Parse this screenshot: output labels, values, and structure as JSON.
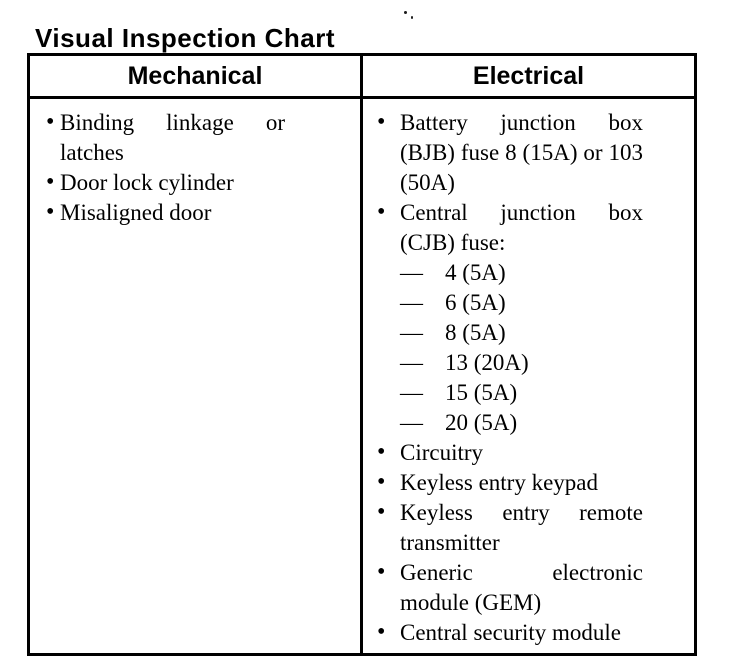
{
  "title": "Visual Inspection Chart",
  "markers": {
    "bullet": "•",
    "dash": "—"
  },
  "table": {
    "columns": [
      {
        "header": "Mechanical",
        "items": [
          {
            "text": "Binding linkage or latches"
          },
          {
            "text": "Door lock cylinder"
          },
          {
            "text": "Misaligned door"
          }
        ]
      },
      {
        "header": "Electrical",
        "items": [
          {
            "text": "Battery junction box (BJB) fuse 8 (15A) or 103 (50A)"
          },
          {
            "text": "Central junction box (CJB) fuse:",
            "sub": [
              "4 (5A)",
              "6 (5A)",
              "8 (5A)",
              "13 (20A)",
              "15 (5A)",
              "20 (5A)"
            ]
          },
          {
            "text": "Circuitry"
          },
          {
            "text": "Keyless entry keypad"
          },
          {
            "text": "Keyless entry remote transmitter"
          },
          {
            "text": "Generic electronic module (GEM)"
          },
          {
            "text": "Central security module"
          }
        ]
      }
    ]
  }
}
